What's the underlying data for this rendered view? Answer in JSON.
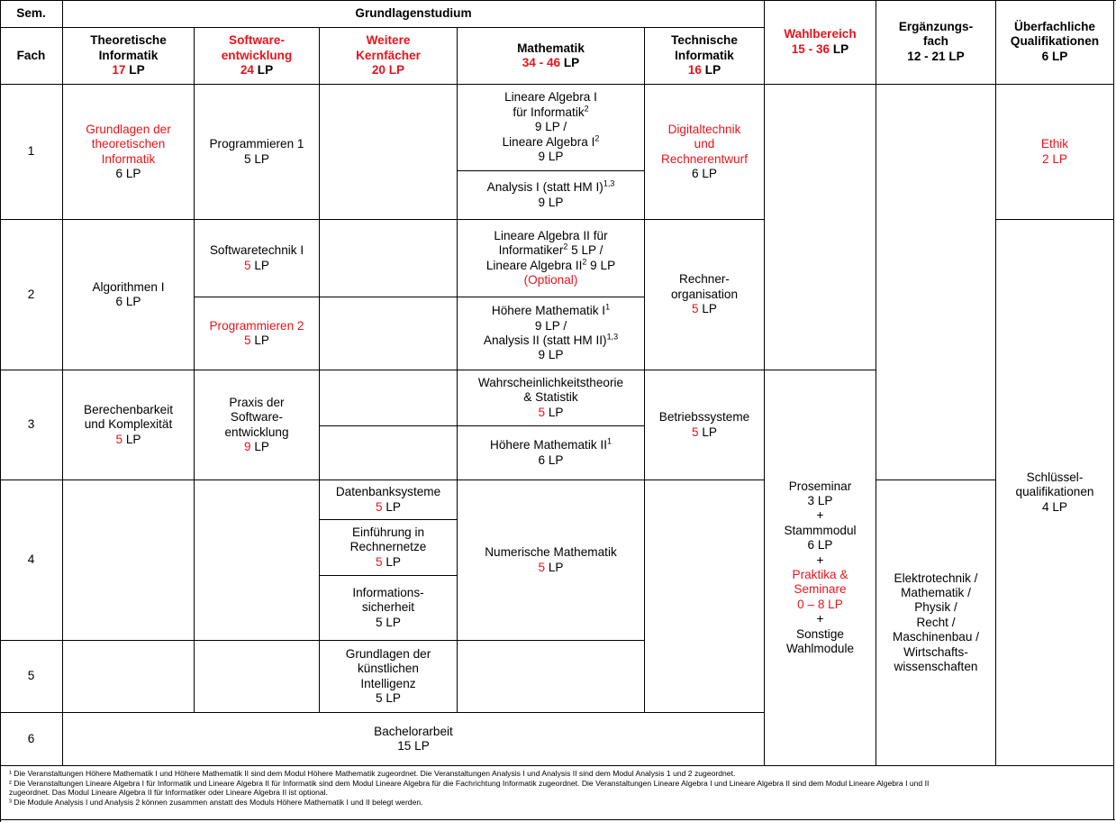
{
  "headers": {
    "sem": "Sem.",
    "grundlagen": "Grundlagenstudium",
    "fach": "Fach",
    "theo": [
      "Theoretische",
      "Informatik",
      "17|LP"
    ],
    "swe": [
      "Software-",
      "entwicklung",
      "24|LP"
    ],
    "weitere": [
      "Weitere",
      "Kernfächer",
      "20 LP"
    ],
    "mathe": [
      "Mathematik",
      "34 - 46|LP"
    ],
    "techn": [
      "Technische",
      "Informatik",
      "16|LP"
    ],
    "wahl": [
      "Wahlbereich",
      "15 - 36|LP"
    ],
    "ergaenzung": [
      "Ergänzungs-",
      "fach",
      "12 - 21 LP"
    ],
    "ueberfach": [
      "Überfachliche",
      "Qualifikationen",
      "6 LP"
    ]
  },
  "semesters": [
    "1",
    "2",
    "3",
    "4",
    "5",
    "6"
  ],
  "cells": {
    "gti": [
      "Grundlagen der",
      "theoretischen",
      "Informatik",
      "6 LP"
    ],
    "prog1": [
      "Programmieren 1",
      "5 LP"
    ],
    "la1": [
      "Lineare Algebra I",
      "für Informatik|2",
      "9 LP /",
      "Lineare Algebra I|2",
      "9 LP"
    ],
    "ana1": [
      "Analysis I (statt HM I)|1,3",
      "9 LP"
    ],
    "digitaltechnik": [
      "Digitaltechnik",
      "und",
      "Rechnerentwurf",
      "6 LP"
    ],
    "ethik": [
      "Ethik",
      "2 LP"
    ],
    "algo1": [
      "Algorithmen I",
      "6 LP"
    ],
    "swt1": [
      "Softwaretechnik I",
      "5| LP"
    ],
    "prog2": [
      "Programmieren 2",
      "5| LP"
    ],
    "la2": [
      "Lineare Algebra II für",
      "Informatiker|2| 5 LP /",
      "Lineare Algebra II|2| 9 LP",
      "(Optional)"
    ],
    "hm1": [
      "Höhere Mathematik I|1",
      "9 LP /",
      "Analysis II (statt HM II)|1,3",
      "9 LP"
    ],
    "ro": [
      "Rechner-",
      "organisation",
      "5| LP"
    ],
    "bk": [
      "Berechenbarkeit",
      "und Komplexität",
      "5| LP"
    ],
    "pse": [
      "Praxis der",
      "Software-",
      "entwicklung",
      "9| LP"
    ],
    "wst": [
      "Wahrscheinlichkeitstheorie",
      "& Statistik",
      "5| LP"
    ],
    "hm2": [
      "Höhere Mathematik II|1",
      "6 LP"
    ],
    "bs": [
      "Betriebssysteme",
      "5| LP"
    ],
    "dbs": [
      "Datenbanksysteme",
      "5| LP"
    ],
    "rn": [
      "Einführung in",
      "Rechnernetze",
      "5| LP"
    ],
    "numerik": [
      "Numerische Mathematik",
      "5| LP"
    ],
    "itsec": [
      "Informations-",
      "sicherheit",
      "5 LP"
    ],
    "ki": [
      "Grundlagen der",
      "künstlichen",
      "Intelligenz",
      "5 LP"
    ],
    "wahlmodule": [
      "Proseminar",
      "3 LP",
      "+",
      "Stammmodul",
      "6 LP",
      "+",
      "Praktika &",
      "Seminare",
      "0 – 8 LP",
      "+",
      "Sonstige",
      "Wahlmodule"
    ],
    "ergfaecher": [
      "Elektrotechnik /",
      "Mathematik /",
      "Physik /",
      "Recht /",
      "Maschinenbau /",
      "Wirtschafts-",
      "wissenschaften"
    ],
    "sq": [
      "Schlüssel-",
      "qualifikationen",
      "4 LP"
    ],
    "ba": [
      "Bachelorarbeit",
      "15 LP"
    ]
  },
  "footnotes": [
    "¹ Die Veranstaltungen Höhere Mathematik I und Höhere Mathematik II sind dem Modul Höhere Mathematik zugeordnet. Die Veranstaltungen Analysis I und Analysis II sind dem Modul Analysis 1 und 2 zugeordnet.",
    "² Die Veranstaltungen Lineare Algebra I für Informatik und Lineare Algebra II für Informatik sind dem Modul Lineare Algebra für die Fachrichtung Informatik zugeordnet. Die Veranstaltungen Lineare Algebra I und Lineare Algebra II sind dem Modul Lineare Algebra I und II",
    "zugeordnet. Das Modul Lineare Algebra II für Informatiker oder Lineare Algebra II ist optional.",
    "³ Die Module Analysis I und Analysis 2 können zusammen anstatt des Moduls Höhere Mathematik I und II belegt werden."
  ],
  "colors": {
    "highlight": "#e8141b",
    "border": "#000000"
  }
}
